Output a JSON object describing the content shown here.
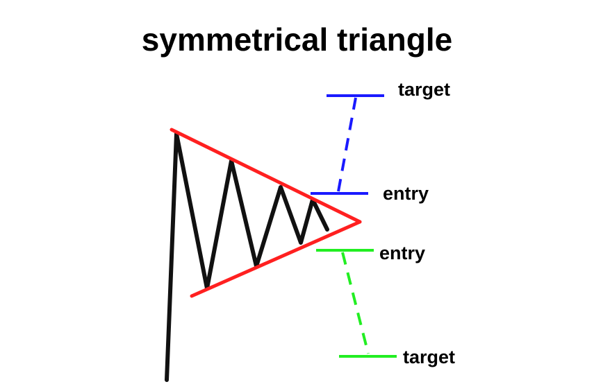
{
  "title": "symmetrical triangle",
  "labels": {
    "upper_target": "target",
    "upper_entry": "entry",
    "lower_entry": "entry",
    "lower_target": "target"
  },
  "colors": {
    "price": "#111111",
    "triangle": "#ff2020",
    "bullish": "#1a1aff",
    "bearish": "#22ee22",
    "text": "#000000"
  }
}
